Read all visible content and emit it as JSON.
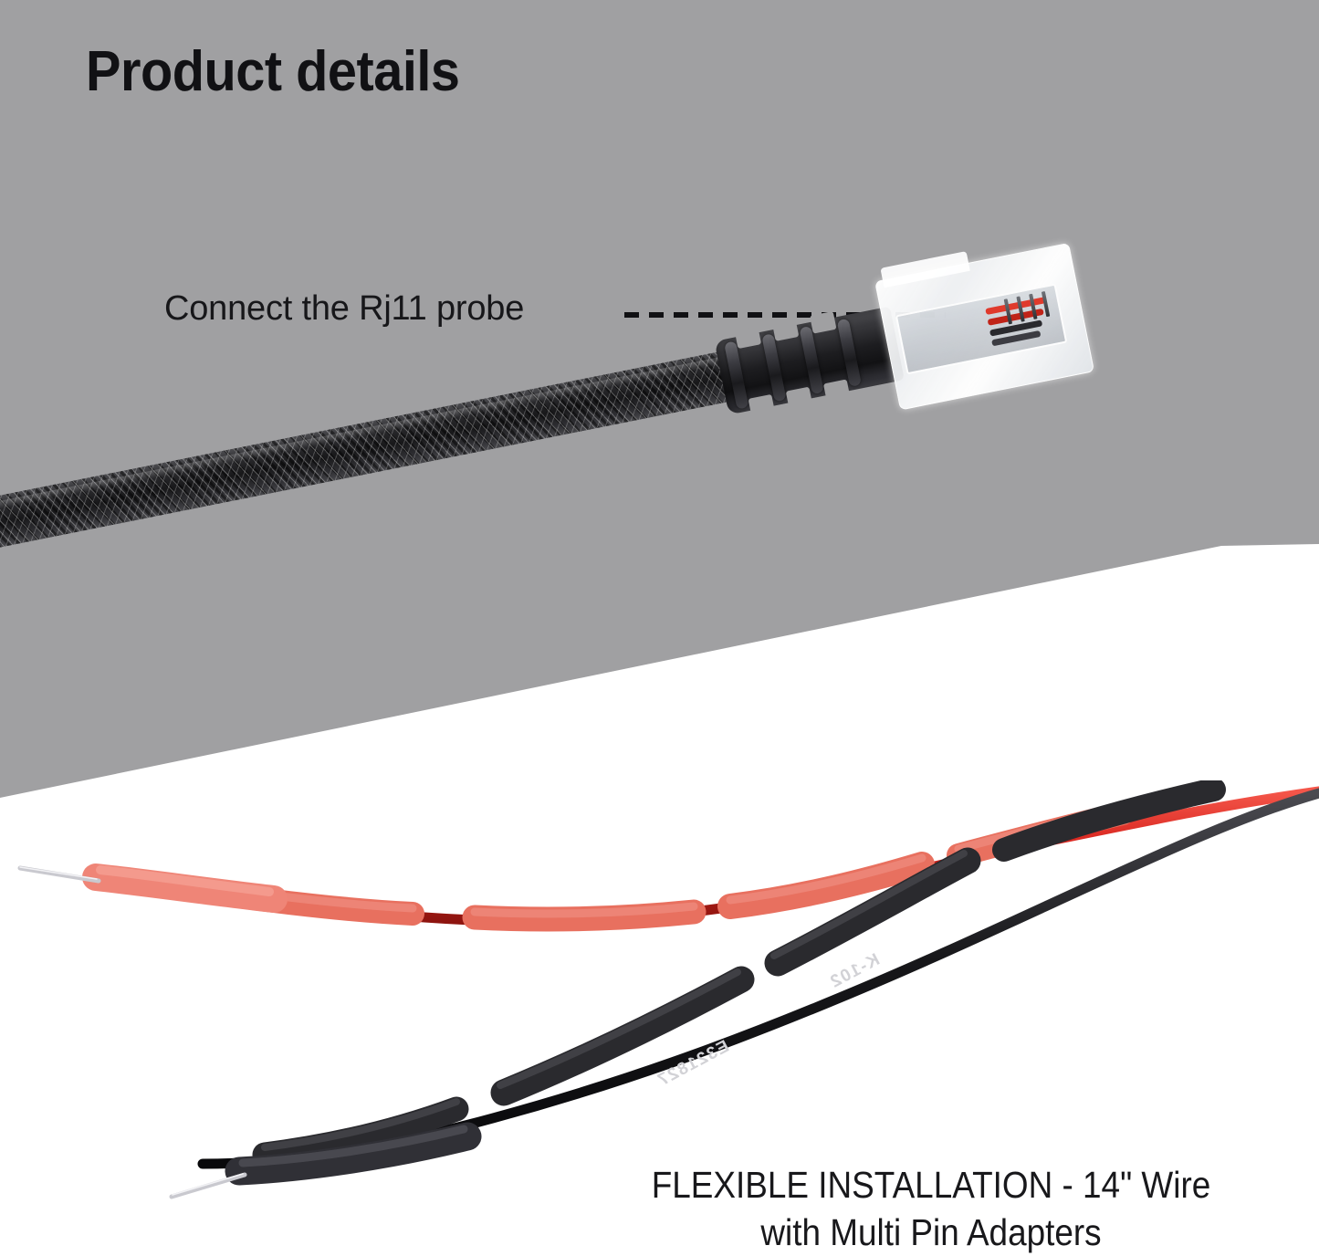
{
  "page": {
    "title_heading": "Product details",
    "background_white": "#ffffff",
    "panel_gray": "#a0a0a2"
  },
  "callout": {
    "label": "Connect the Rj11 probe",
    "leader_style": "dashed-line",
    "leader_color": "#101013"
  },
  "caption": {
    "line1": "FLEXIBLE INSTALLATION - 14\" Wire",
    "line2": "with Multi Pin Adapters"
  },
  "product": {
    "rj11_cable": {
      "name": "braided-rj11-cable",
      "sleeve_type": "braided-nylon",
      "boot_color": "#1d1d20",
      "plug_housing": "transparent",
      "inner_wire_color": "#d8261f"
    },
    "probe_wires": [
      {
        "name": "red-probe-wire",
        "color": "#d8261f",
        "sleeve_color": "#e8705f",
        "tip": "metal-pin"
      },
      {
        "name": "black-probe-wire",
        "color": "#141417",
        "sleeve_color": "#2a2a2e",
        "tip": "metal-pin",
        "printed_marks": [
          "K-102",
          "E321827"
        ]
      }
    ]
  }
}
